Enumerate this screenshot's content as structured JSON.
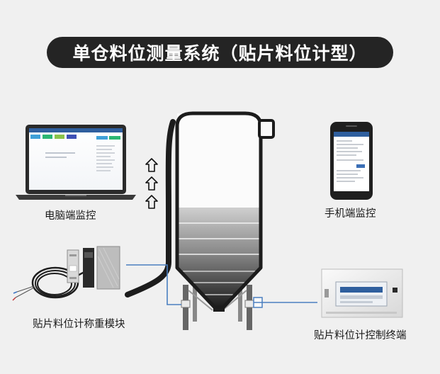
{
  "title": "单仓料位测量系统（贴片料位计型）",
  "labels": {
    "pc": "电脑端监控",
    "phone": "手机端监控",
    "module": "贴片料位计称重模块",
    "terminal": "贴片料位计控制终端"
  },
  "colors": {
    "background": "#f0f0f0",
    "title_bg": "#242424",
    "pipe_dark": "#1c1c1c",
    "connector_blue": "#4a7fc0",
    "material_top": "#c8c8c8",
    "material_bottom": "#222222"
  },
  "icons": {
    "up_arrows": "up-arrow-icon",
    "laptop": "laptop-icon",
    "phone": "smartphone-icon",
    "terminal_box": "control-box-icon",
    "sensor": "patch-sensor-icon"
  }
}
